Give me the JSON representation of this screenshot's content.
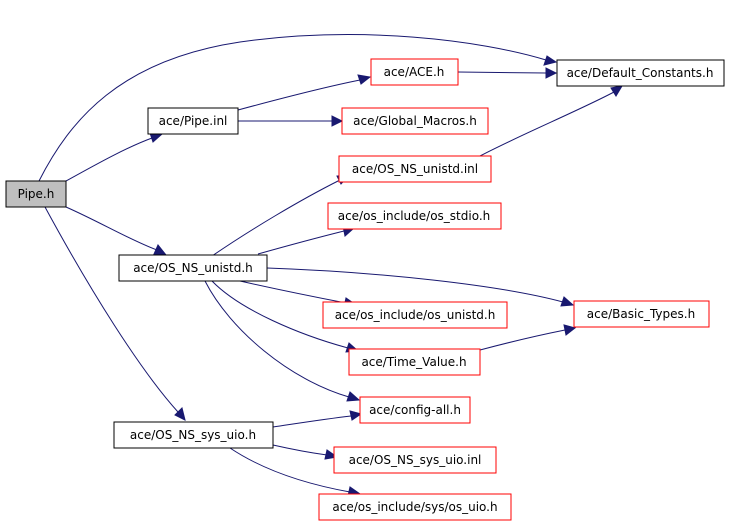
{
  "colors": {
    "edge": "#191970",
    "root_fill": "#bfbfbf",
    "black_border": "#000000",
    "red_border": "#ff0000"
  },
  "nodes": {
    "pipe_h": {
      "label": "Pipe.h",
      "style": "root"
    },
    "pipe_inl": {
      "label": "ace/Pipe.inl",
      "style": "black"
    },
    "ace_h": {
      "label": "ace/ACE.h",
      "style": "red"
    },
    "default_constants": {
      "label": "ace/Default_Constants.h",
      "style": "black"
    },
    "global_macros": {
      "label": "ace/Global_Macros.h",
      "style": "red"
    },
    "os_ns_unistd_inl": {
      "label": "ace/OS_NS_unistd.inl",
      "style": "red"
    },
    "os_stdio": {
      "label": "ace/os_include/os_stdio.h",
      "style": "red"
    },
    "os_ns_unistd_h": {
      "label": "ace/OS_NS_unistd.h",
      "style": "black"
    },
    "os_unistd": {
      "label": "ace/os_include/os_unistd.h",
      "style": "red"
    },
    "basic_types": {
      "label": "ace/Basic_Types.h",
      "style": "red"
    },
    "time_value": {
      "label": "ace/Time_Value.h",
      "style": "red"
    },
    "config_all": {
      "label": "ace/config-all.h",
      "style": "red"
    },
    "os_ns_sys_uio_h": {
      "label": "ace/OS_NS_sys_uio.h",
      "style": "black"
    },
    "os_ns_sys_uio_inl": {
      "label": "ace/OS_NS_sys_uio.inl",
      "style": "red"
    },
    "sys_os_uio": {
      "label": "ace/os_include/sys/os_uio.h",
      "style": "red"
    }
  }
}
